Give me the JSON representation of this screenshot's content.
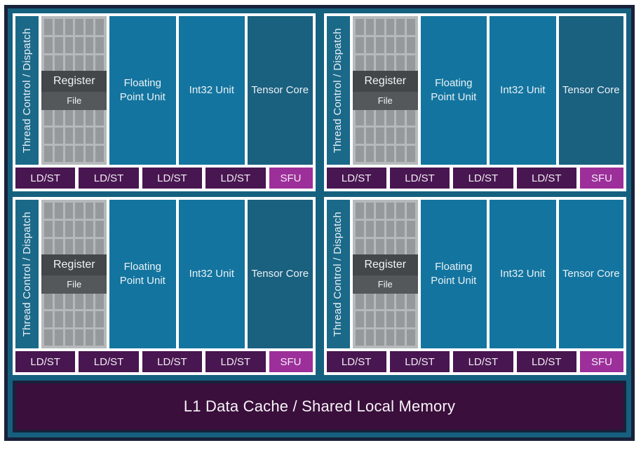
{
  "colors": {
    "canvas_teal": "#16607F",
    "border_navy": "#18213A",
    "execution_unit_teal": "#13759F",
    "tensor_core_teal": "#1A607F",
    "thread_dispatch_teal": "#1B6989",
    "ldst_purple": "#481650",
    "sfu_magenta": "#9C2F9A",
    "l1_purple": "#3A0F3B",
    "register_gray": "#95999C",
    "register_frame_gray": "#B5B9BB",
    "register_label_dark": "#43474A",
    "register_label_mid": "#54585B",
    "text_light": "#EAF1F6"
  },
  "sm_quadrant": {
    "thread_label": "Thread Control / Dispatch",
    "register_file": {
      "label_line1": "Register",
      "label_line2": "File",
      "grid_cols": 6,
      "grid_rows": 8
    },
    "units": [
      {
        "label": "Floating Point Unit"
      },
      {
        "label": "Int32 Unit"
      },
      {
        "label": "Tensor Core"
      }
    ],
    "bottom_blocks": [
      {
        "label": "LD/ST",
        "type": "ldst"
      },
      {
        "label": "LD/ST",
        "type": "ldst"
      },
      {
        "label": "LD/ST",
        "type": "ldst"
      },
      {
        "label": "LD/ST",
        "type": "ldst"
      },
      {
        "label": "SFU",
        "type": "sfu"
      }
    ]
  },
  "quadrants": [
    {
      "position": "top-left",
      "tensor_tone": "dark"
    },
    {
      "position": "top-right",
      "tensor_tone": "dark"
    },
    {
      "position": "bottom-left",
      "tensor_tone": "dark"
    },
    {
      "position": "bottom-right",
      "tensor_tone": "bright"
    }
  ],
  "l1_bar": {
    "label": "L1 Data Cache / Shared Local Memory"
  }
}
